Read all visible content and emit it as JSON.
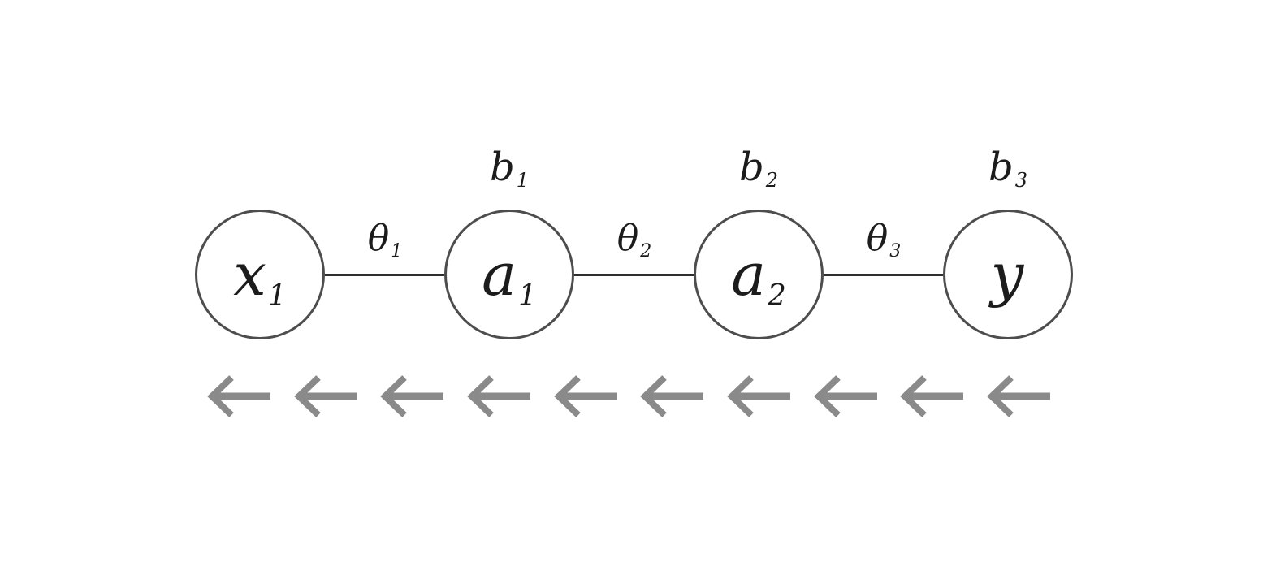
{
  "diagram": {
    "nodes": [
      {
        "id": "x1",
        "base": "x",
        "sub": "1"
      },
      {
        "id": "a1",
        "base": "a",
        "sub": "1"
      },
      {
        "id": "a2",
        "base": "a",
        "sub": "2"
      },
      {
        "id": "y",
        "base": "y",
        "sub": ""
      }
    ],
    "edges": [
      {
        "from": "x1",
        "to": "a1",
        "base": "θ",
        "sub": "1"
      },
      {
        "from": "a1",
        "to": "a2",
        "base": "θ",
        "sub": "2"
      },
      {
        "from": "a2",
        "to": "y",
        "base": "θ",
        "sub": "3"
      }
    ],
    "biases": [
      {
        "node": "a1",
        "base": "b",
        "sub": "1"
      },
      {
        "node": "a2",
        "base": "b",
        "sub": "2"
      },
      {
        "node": "y",
        "base": "b",
        "sub": "3"
      }
    ],
    "arrow_row": {
      "count": 10,
      "direction": "left"
    },
    "colors": {
      "background": "#ffffff",
      "node_stroke": "#4d4d4d",
      "edge_line": "#2e2e2e",
      "label_text": "#1c1c1c",
      "arrow": "#8a8a8a"
    }
  }
}
